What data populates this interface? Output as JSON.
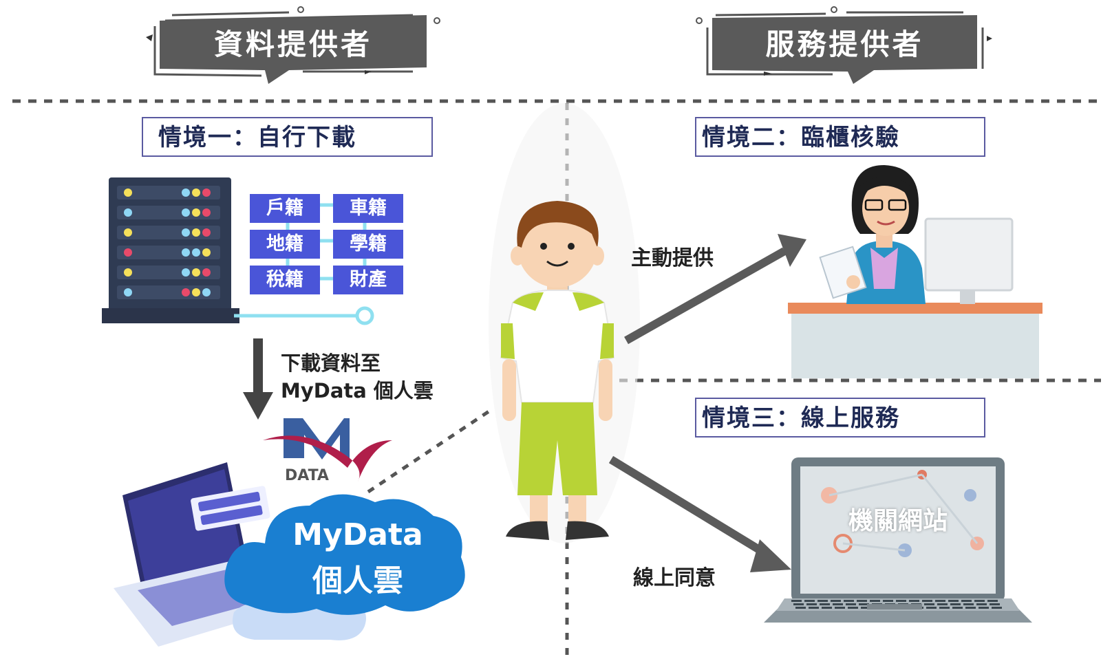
{
  "banners": {
    "left": "資料提供者",
    "right": "服務提供者"
  },
  "scenarios": {
    "one": "情境一：自行下載",
    "two": "情境二：臨櫃核驗",
    "three": "情境三：線上服務"
  },
  "records": [
    "戶籍",
    "車籍",
    "地籍",
    "學籍",
    "稅籍",
    "財產"
  ],
  "download_label": {
    "line1": "下載資料至",
    "line2": "MyData 個人雲"
  },
  "logo_text": "DATA",
  "cloud": {
    "line1": "MyData",
    "line2": "個人雲"
  },
  "actions": {
    "provide": "主動提供",
    "consent": "線上同意"
  },
  "laptop_screen": "機關網站",
  "colors": {
    "banner": "#5a5a5a",
    "tile": "#4a55d8",
    "cloud": "#1a7fd1",
    "arrow": "#5b5b5b",
    "border": "#5a5aa0"
  }
}
